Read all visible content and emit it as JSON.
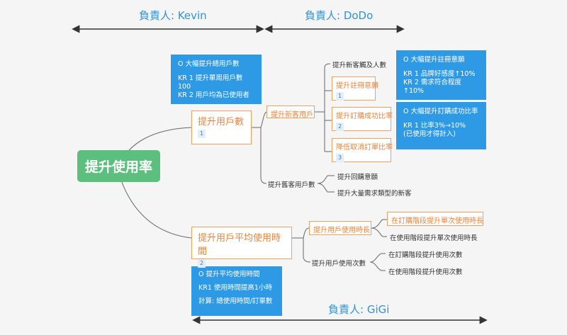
{
  "owners": {
    "kevin": "負責人: Kevin",
    "dodo": "負責人: DoDo",
    "gigi": "負責人: GiGi"
  },
  "central": "提升使用率",
  "okr_boxes": {
    "users": [
      "O 大幅提升總用戶數",
      "KR 1 提升單周用戶數100",
      "KR 2 用戶均為已使用者"
    ],
    "register": [
      "O 大幅提升註冊意願",
      "KR 1 品牌好感度↑10%",
      "KR 2 需求符合程度↑10%"
    ],
    "purchase": [
      "O 大幅提升訂購成功比率",
      "KR 1 比率3%→10%",
      "(已使用才得計入)"
    ],
    "time": [
      "O 提升平均使用時間",
      "KR1 使用時間提高1小時",
      "計算: 總使用時間/訂單數"
    ]
  },
  "branches": {
    "users": {
      "label": "提升用戶數",
      "badge": "1",
      "new_customers": {
        "label": "提升新客用戶",
        "items": [
          {
            "label": "提升註冊意願",
            "badge": "1"
          },
          {
            "label": "提升訂購成功比率",
            "badge": "2"
          },
          {
            "label": "降低取消訂單比率",
            "badge": "3"
          }
        ],
        "top_label": "提升新客觸及人數"
      },
      "old_customers": {
        "label": "提升舊客用戶數",
        "items": [
          "提升回購意願",
          "提升大量需求類型的新客"
        ]
      }
    },
    "time": {
      "label": "提升用戶平均使用時間",
      "badge": "2",
      "duration": {
        "label": "提升用戶使用時長",
        "items": [
          "在訂購階段提升單次使用時長",
          "在使用階段提升單次使用時長"
        ]
      },
      "count": {
        "label": "提升用戶使用次數",
        "items": [
          "在訂購階段提升使用次數",
          "在使用階段提升使用次數"
        ]
      }
    }
  },
  "colors": {
    "blue": "#2e9ae6",
    "green": "#5cbf7e",
    "orange": "#f0a060",
    "owner_text": "#2e93d9"
  }
}
